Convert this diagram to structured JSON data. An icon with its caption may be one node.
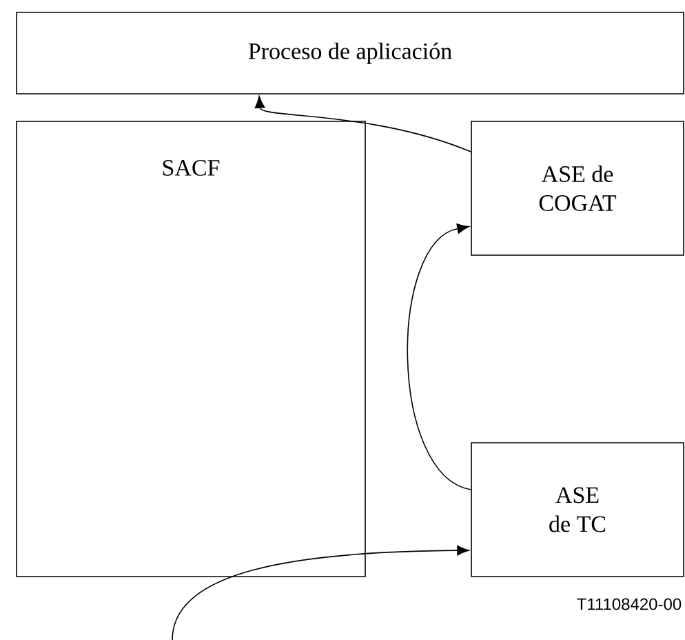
{
  "diagram": {
    "nodes": [
      {
        "text": [
          "Proceso de aplicación"
        ]
      },
      {
        "text": [
          "SACF"
        ]
      },
      {
        "text": [
          "ASE de COGAT"
        ]
      },
      {
        "text": [
          "ASE de TC"
        ]
      }
    ],
    "edges": [
      {
        "from": 2,
        "to": 0,
        "arrow": "to"
      },
      {
        "from": 3,
        "to": 2,
        "arrow": "to"
      },
      {
        "from": null,
        "to": 3,
        "arrow": "to"
      }
    ],
    "labels": [
      "T11108420-00"
    ]
  }
}
